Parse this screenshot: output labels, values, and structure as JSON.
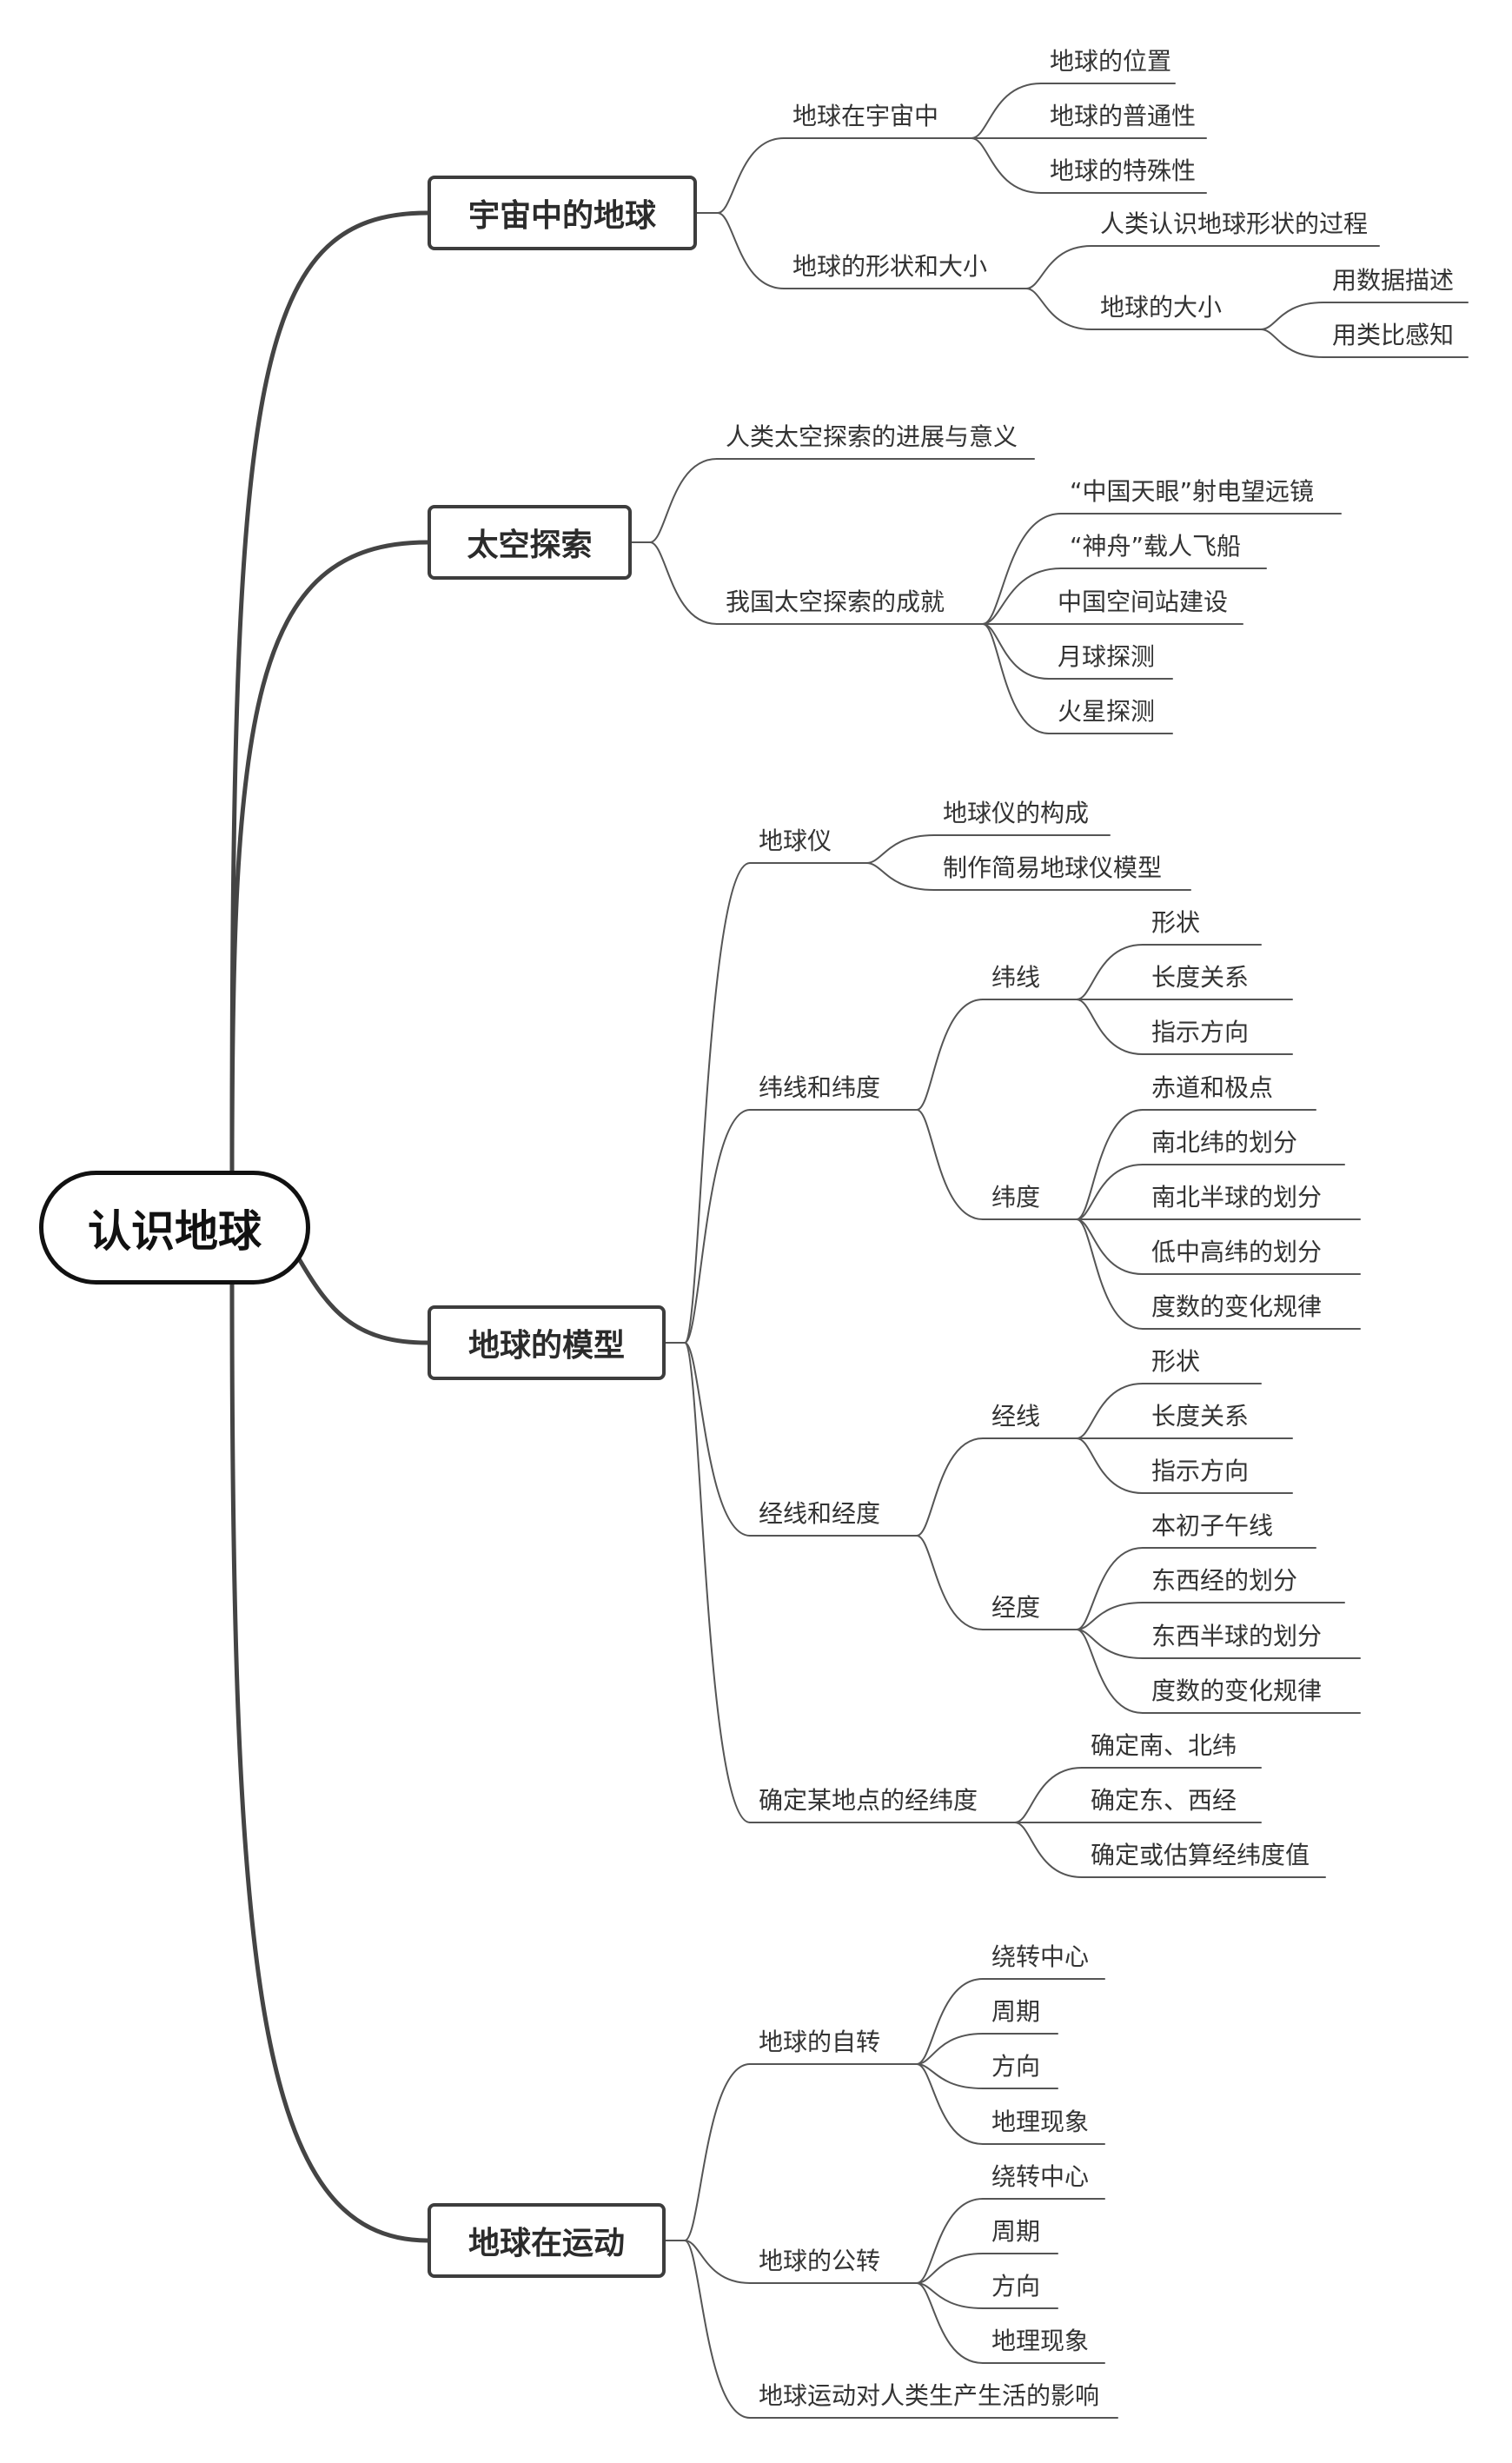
{
  "diagram": {
    "root": "认识地球",
    "line_color": "#555555",
    "topics": [
      {
        "label": "宇宙中的地球",
        "children": [
          {
            "label": "地球在宇宙中",
            "children": [
              {
                "label": "地球的位置"
              },
              {
                "label": "地球的普通性"
              },
              {
                "label": "地球的特殊性"
              }
            ]
          },
          {
            "label": "地球的形状和大小",
            "children": [
              {
                "label": "人类认识地球形状的过程"
              },
              {
                "label": "地球的大小",
                "children": [
                  {
                    "label": "用数据描述"
                  },
                  {
                    "label": "用类比感知"
                  }
                ]
              }
            ]
          }
        ]
      },
      {
        "label": "太空探索",
        "children": [
          {
            "label": "人类太空探索的进展与意义"
          },
          {
            "label": "我国太空探索的成就",
            "children": [
              {
                "label": "“中国天眼”射电望远镜"
              },
              {
                "label": "“神舟”载人飞船"
              },
              {
                "label": "中国空间站建设"
              },
              {
                "label": "月球探测"
              },
              {
                "label": "火星探测"
              }
            ]
          }
        ]
      },
      {
        "label": "地球的模型",
        "children": [
          {
            "label": "地球仪",
            "children": [
              {
                "label": "地球仪的构成"
              },
              {
                "label": "制作简易地球仪模型"
              }
            ]
          },
          {
            "label": "纬线和纬度",
            "children": [
              {
                "label": "纬线",
                "children": [
                  {
                    "label": "形状"
                  },
                  {
                    "label": "长度关系"
                  },
                  {
                    "label": "指示方向"
                  }
                ]
              },
              {
                "label": "纬度",
                "children": [
                  {
                    "label": "赤道和极点"
                  },
                  {
                    "label": "南北纬的划分"
                  },
                  {
                    "label": "南北半球的划分"
                  },
                  {
                    "label": "低中高纬的划分"
                  },
                  {
                    "label": "度数的变化规律"
                  }
                ]
              }
            ]
          },
          {
            "label": "经线和经度",
            "children": [
              {
                "label": "经线",
                "children": [
                  {
                    "label": "形状"
                  },
                  {
                    "label": "长度关系"
                  },
                  {
                    "label": "指示方向"
                  }
                ]
              },
              {
                "label": "经度",
                "children": [
                  {
                    "label": "本初子午线"
                  },
                  {
                    "label": "东西经的划分"
                  },
                  {
                    "label": "东西半球的划分"
                  },
                  {
                    "label": "度数的变化规律"
                  }
                ]
              }
            ]
          },
          {
            "label": "确定某地点的经纬度",
            "children": [
              {
                "label": "确定南、北纬"
              },
              {
                "label": "确定东、西经"
              },
              {
                "label": "确定或估算经纬度值"
              }
            ]
          }
        ]
      },
      {
        "label": "地球在运动",
        "children": [
          {
            "label": "地球的自转",
            "children": [
              {
                "label": "绕转中心"
              },
              {
                "label": "周期"
              },
              {
                "label": "方向"
              },
              {
                "label": "地理现象"
              }
            ]
          },
          {
            "label": "地球的公转",
            "children": [
              {
                "label": "绕转中心"
              },
              {
                "label": "周期"
              },
              {
                "label": "方向"
              },
              {
                "label": "地理现象"
              }
            ]
          },
          {
            "label": "地球运动对人类生产生活的影响"
          }
        ]
      }
    ]
  }
}
